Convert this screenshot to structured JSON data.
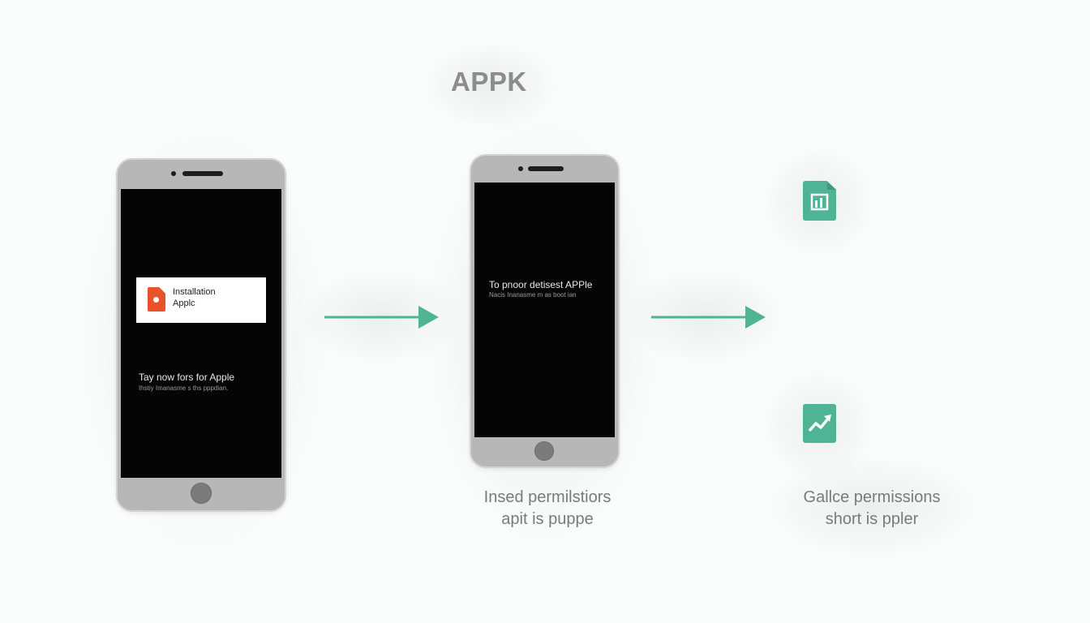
{
  "title": "APPK",
  "phone1": {
    "dialog": {
      "line1": "Installation",
      "line2": "Applc"
    },
    "main_text": "Tay now fors for Apple",
    "sub_text": "Ihstiy Imanasme s ths pppdian."
  },
  "phone2": {
    "main_text": "To pnoor detisest APPle",
    "sub_text": "Nacis Inanasme m as boot ian"
  },
  "captions": {
    "middle": {
      "line1": "Insed permilstiors",
      "line2": "apit is puppe"
    },
    "right": {
      "line1": "Gallce permissions",
      "line2": "short is ppler"
    }
  },
  "icons": [
    "document-chart-icon",
    "trend-up-icon"
  ],
  "colors": {
    "accent": "#4fb494",
    "file_icon": "#e8532b",
    "phone_body": "#b7b7b7",
    "screen": "#050505",
    "title": "#8c8c8c"
  }
}
